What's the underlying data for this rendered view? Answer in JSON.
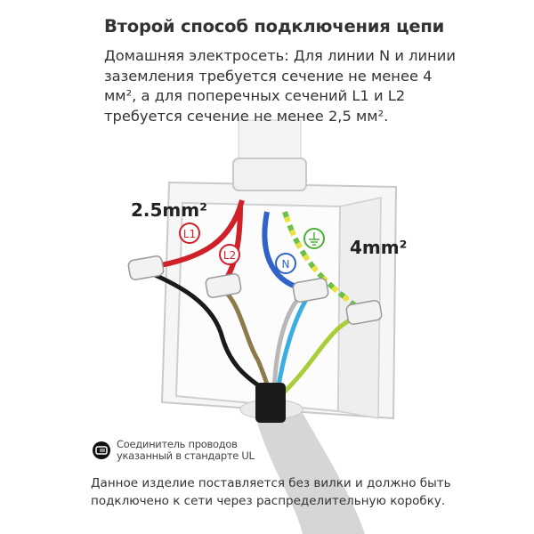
{
  "title": "Второй способ подключения цепи",
  "description": "Домашняя электросеть: Для линии N и линии заземления требуется сечение не менее 4 мм², а для поперечных сечений L1 и L2 требуется сечение не менее 2,5 мм².",
  "labels": {
    "size_small": "2.5mm²",
    "size_large": "4mm²",
    "L1": "L1",
    "L2": "L2",
    "N": "N"
  },
  "note": {
    "icon": "wire-connector-icon",
    "line1": "Соединитель проводов",
    "line2": "указанный в стандарте UL"
  },
  "footer": "Данное изделие поставляется без вилки и должно быть подключено к сети через распределительную коробку.",
  "colors": {
    "live": "#d0202a",
    "neutral": "#2f63c8",
    "ground_green": "#6cc04a",
    "ground_yellow": "#e8e23a",
    "black": "#1a1a1a",
    "brown": "#8c7a4a",
    "light_blue": "#3aaee0",
    "gray": "#b8b8b8"
  }
}
